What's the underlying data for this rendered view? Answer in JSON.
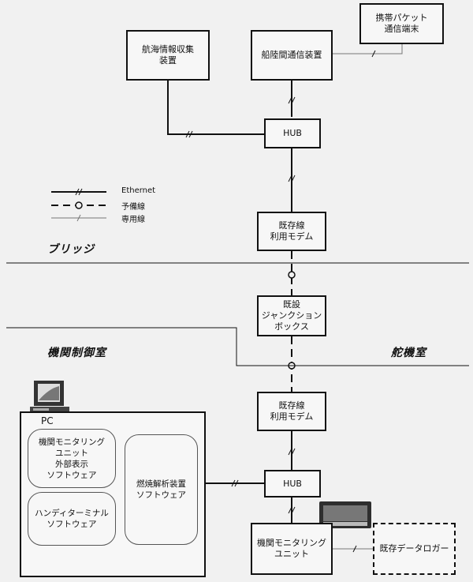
{
  "nodes": {
    "nav_info": "航海情報収集\n装置",
    "ship_comm": "船陸間通信装置",
    "mobile_terminal": "携帯パケット\n通信端末",
    "hub_top": "HUB",
    "modem_bridge": "既存線\n利用モデム",
    "junction_box": "既設\nジャンクション\nボックス",
    "modem_engine": "既存線\n利用モデム",
    "hub_bottom": "HUB",
    "engine_monitor": "機関モニタリング\nユニット",
    "data_logger": "既存データロガー",
    "pc_label": "PC",
    "sw_external_display": "機関モニタリング\nユニット\n外部表示\nソフトウェア",
    "sw_handy_terminal": "ハンディターミナル\nソフトウェア",
    "sw_combustion": "燃焼解析装置\nソフトウェア"
  },
  "legend": {
    "ethernet": "Ethernet",
    "spare": "予備線",
    "dedicated": "専用線"
  },
  "rooms": {
    "bridge": "ブリッジ",
    "engine_control": "機関制御室",
    "steering": "舵機室"
  }
}
